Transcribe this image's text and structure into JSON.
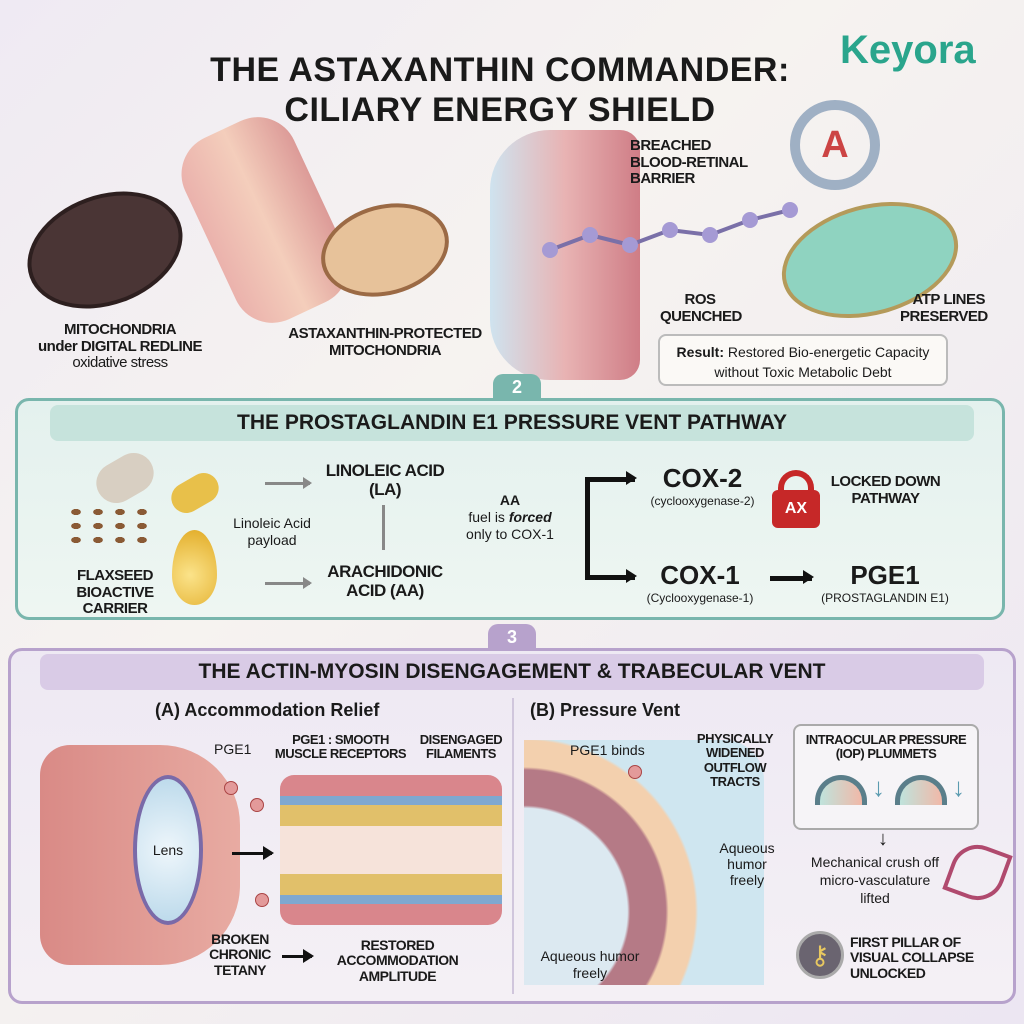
{
  "title": {
    "line1": "THE ASTAXANTHIN COMMANDER:",
    "line2": "CILIARY ENERGY SHIELD"
  },
  "logo": {
    "text": "Keyora",
    "color": "#2aa58c"
  },
  "section1": {
    "damaged": {
      "line1": "MITOCHONDRIA",
      "line2": "under DIGITAL REDLINE",
      "line3": "oxidative stress"
    },
    "protected": {
      "line1": "ASTAXANTHIN-PROTECTED",
      "line2": "MITOCHONDRIA"
    },
    "barrier": {
      "line1": "BREACHED",
      "line2": "BLOOD-RETINAL",
      "line3": "BARRIER"
    },
    "ros": {
      "line1": "ROS",
      "line2": "QUENCHED"
    },
    "atp": {
      "line1": "ATP LINES",
      "line2": "PRESERVED"
    },
    "key_letter": "A",
    "result": {
      "label": "Result:",
      "line1": "Restored Bio-energetic Capacity",
      "line2": "without Toxic Metabolic Debt"
    }
  },
  "section2": {
    "number": "2",
    "header": "THE PROSTAGLANDIN E1 PRESSURE VENT PATHWAY",
    "flaxseed": {
      "line1": "FLAXSEED",
      "line2": "BIOACTIVE",
      "line3": "CARRIER"
    },
    "payload": {
      "line1": "Linoleic Acid",
      "line2": "payload"
    },
    "la": {
      "line1": "LINOLEIC ACID",
      "line2": "(LA)"
    },
    "aa_node": {
      "line1": "ARACHIDONIC",
      "line2": "ACID (AA)"
    },
    "aa_note": {
      "line1": "AA",
      "line2a": "fuel is ",
      "line2b": "forced",
      "line3": "only to COX-1"
    },
    "cox2": {
      "name": "COX-2",
      "sub": "(cyclooxygenase-2)"
    },
    "lock": {
      "text": "AX",
      "color": "#c62828"
    },
    "locked": {
      "line1": "LOCKED DOWN",
      "line2": "PATHWAY"
    },
    "cox1": {
      "name": "COX-1",
      "sub": "(Cyclooxygenase-1)"
    },
    "pge1": {
      "name": "PGE1",
      "sub": "(PROSTAGLANDIN E1)"
    }
  },
  "section3": {
    "number": "3",
    "header": "THE ACTIN-MYOSIN DISENGAGEMENT & TRABECULAR VENT",
    "a": {
      "title": "(A) Accommodation Relief",
      "pge1": "PGE1",
      "receptors": {
        "line1": "PGE1 : SMOOTH",
        "line2": "MUSCLE RECEPTORS"
      },
      "filaments": {
        "line1": "DISENGAGED",
        "line2": "FILAMENTS"
      },
      "lens": "Lens",
      "tetany": {
        "line1": "BROKEN",
        "line2": "CHRONIC",
        "line3": "TETANY"
      },
      "restored": {
        "line1": "RESTORED",
        "line2": "ACCOMMODATION",
        "line3": "AMPLITUDE"
      }
    },
    "b": {
      "title": "(B) Pressure Vent",
      "binds": "PGE1 binds",
      "widened": {
        "line1": "PHYSICALLY",
        "line2": "WIDENED",
        "line3": "OUTFLOW",
        "line4": "TRACTS"
      },
      "humor1": {
        "line1": "Aqueous",
        "line2": "humor",
        "line3": "freely"
      },
      "humor2": {
        "line1": "Aqueous humor",
        "line2": "freely"
      },
      "iop": {
        "line1": "INTRAOCULAR PRESSURE",
        "line2": "(IOP) PLUMMETS"
      },
      "crush": {
        "line1": "Mechanical crush off",
        "line2": "micro-vasculature",
        "line3": "lifted"
      },
      "pillar": {
        "line1": "FIRST PILLAR OF",
        "line2": "VISUAL COLLAPSE",
        "line3": "UNLOCKED"
      }
    }
  }
}
